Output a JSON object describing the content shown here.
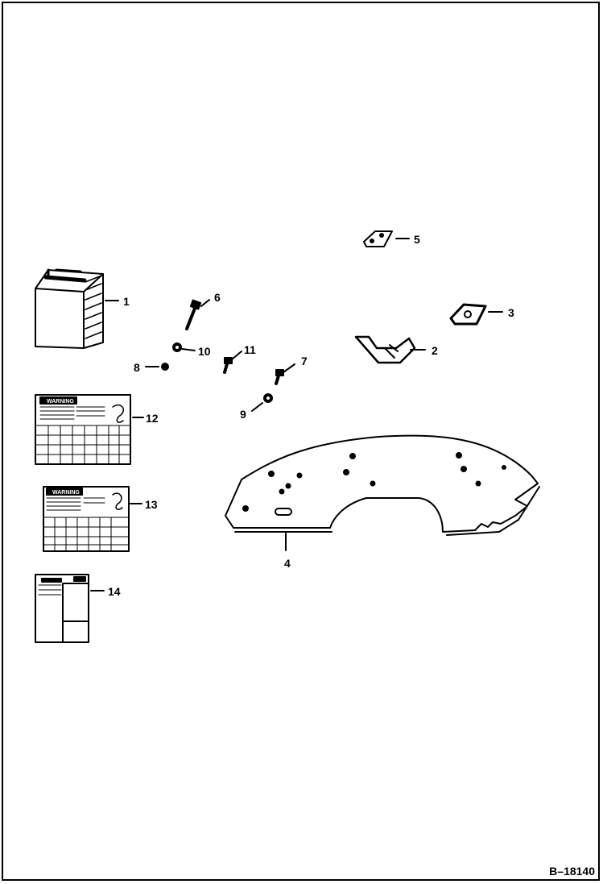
{
  "diagram": {
    "callouts": [
      {
        "id": "1",
        "label": "1"
      },
      {
        "id": "2",
        "label": "2"
      },
      {
        "id": "3",
        "label": "3"
      },
      {
        "id": "4",
        "label": "4"
      },
      {
        "id": "5",
        "label": "5"
      },
      {
        "id": "6",
        "label": "6"
      },
      {
        "id": "7",
        "label": "7"
      },
      {
        "id": "8",
        "label": "8"
      },
      {
        "id": "9",
        "label": "9"
      },
      {
        "id": "10",
        "label": "10"
      },
      {
        "id": "11",
        "label": "11"
      },
      {
        "id": "12",
        "label": "12"
      },
      {
        "id": "13",
        "label": "13"
      },
      {
        "id": "14",
        "label": "14"
      }
    ],
    "decals": {
      "warning_12": "WARNING",
      "warning_13": "WARNING"
    },
    "reference": "B–18140"
  }
}
